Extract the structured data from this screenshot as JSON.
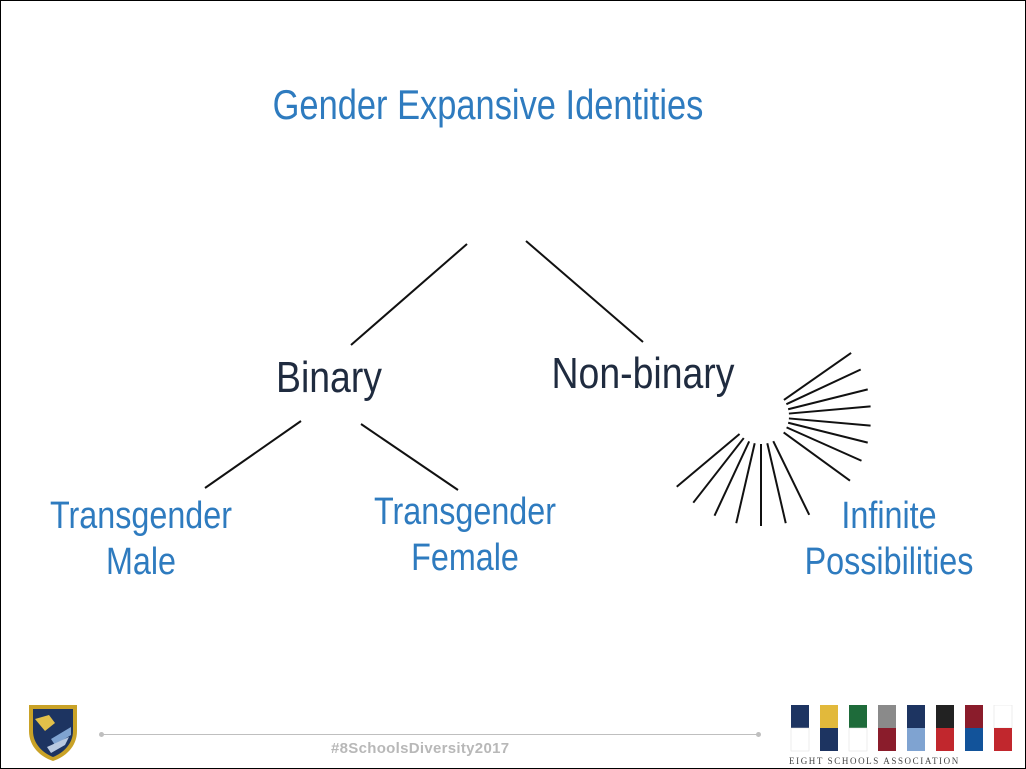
{
  "slide": {
    "title": "Gender Expansive Identities",
    "colors": {
      "blue": "#2e7bbf",
      "dark": "#1f2b3f",
      "line": "#111111",
      "footer": "#bfbfbf"
    }
  },
  "nodes": {
    "binary": "Binary",
    "non_binary": "Non-binary",
    "trans_male_line1": "Transgender",
    "trans_male_line2": "Male",
    "trans_female_line1": "Transgender",
    "trans_female_line2": "Female",
    "infinite_line1": "Infinite",
    "infinite_line2": "Possibilities"
  },
  "footer": {
    "hashtag": "#8SchoolsDiversity2017",
    "association": "EIGHT SCHOOLS ASSOCIATION",
    "school_colors": [
      [
        "#1d3461",
        "#ffffff"
      ],
      [
        "#e2b93b",
        "#1d3461"
      ],
      [
        "#1e6b3a",
        "#ffffff"
      ],
      [
        "#8a8a8a",
        "#8a1c2b"
      ],
      [
        "#1d3461",
        "#7fa3d1"
      ],
      [
        "#222222",
        "#c1272d"
      ],
      [
        "#8a1c2b",
        "#12539a"
      ],
      [
        "#ffffff",
        "#c1272d"
      ]
    ]
  }
}
